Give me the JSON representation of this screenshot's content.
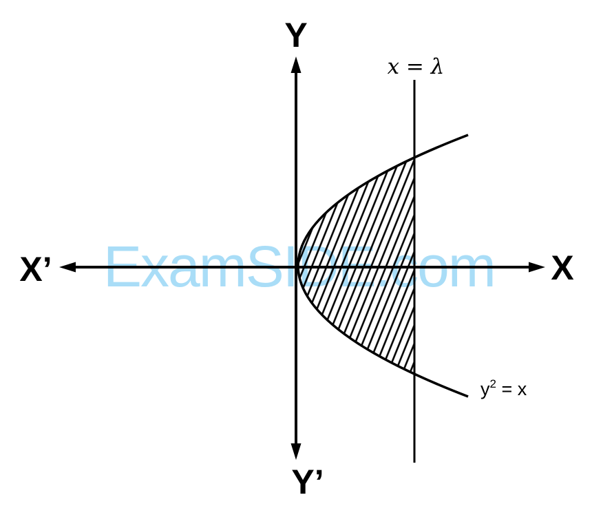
{
  "watermark": {
    "text": "ExamSIDE.com",
    "color": "#A9DDF7"
  },
  "axis_labels": {
    "y_positive": "Y",
    "y_negative": "Y’",
    "x_positive": "X",
    "x_negative": "X’"
  },
  "annotations": {
    "vertical_line_label": "x = λ",
    "curve_label": {
      "base": "y",
      "exponent": "2",
      "rest": " = x"
    }
  },
  "figure": {
    "description": "Right-opening parabola with vertex at origin, vertical line x = λ, region between parabola and line hatched with diagonal lines",
    "hatch_angle_degrees_from_horizontal": 68
  },
  "colors": {
    "ink": "#000000",
    "watermark": "#A9DDF7",
    "background": "#FFFFFF"
  }
}
